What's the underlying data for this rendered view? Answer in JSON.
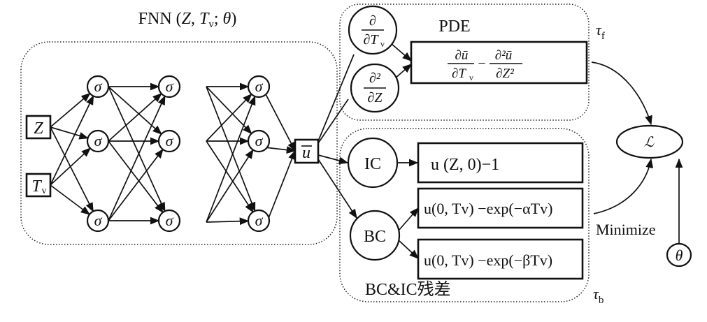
{
  "title": {
    "prefix": "FNN (",
    "arg1": "Z",
    "sep1": ", ",
    "arg2": "T",
    "arg2_sub": "v",
    "sep2": "; ",
    "arg3": "θ",
    "suffix": ")"
  },
  "inputs": [
    {
      "label": "Z",
      "sub": ""
    },
    {
      "label": "T",
      "sub": "v"
    }
  ],
  "hidden_layers": [
    {
      "nodes": [
        "σ",
        "σ",
        "σ"
      ]
    },
    {
      "nodes": [
        "σ",
        "σ",
        "σ"
      ]
    },
    {
      "nodes": [
        "σ",
        "σ",
        "σ"
      ]
    }
  ],
  "output": {
    "label": "u",
    "overline": true
  },
  "pde": {
    "title": "PDE",
    "region_label": "τ",
    "region_sub": "f",
    "operators": [
      {
        "num": "∂",
        "den": "∂T",
        "den_sub": "v"
      },
      {
        "num": "∂²",
        "den": "∂Z",
        "den_sub": ""
      }
    ],
    "residual": {
      "term1_num": "∂ū",
      "term1_den": "∂T",
      "term1_den_sub": "v",
      "minus": "−",
      "term2_num": "∂²ū",
      "term2_den": "∂Z²"
    }
  },
  "bc_ic": {
    "title": "BC&IC残差",
    "region_label": "τ",
    "region_sub": "b",
    "ic_label": "IC",
    "bc_label": "BC",
    "ic_residual": "u (Z, 0)−1",
    "bc_residuals": [
      "u(0, Tv) −exp(−αTv)",
      "u(0, Tv) −exp(−βTv)"
    ]
  },
  "loss": {
    "symbol": "ℒ",
    "action": "Minimize",
    "param": "θ"
  }
}
